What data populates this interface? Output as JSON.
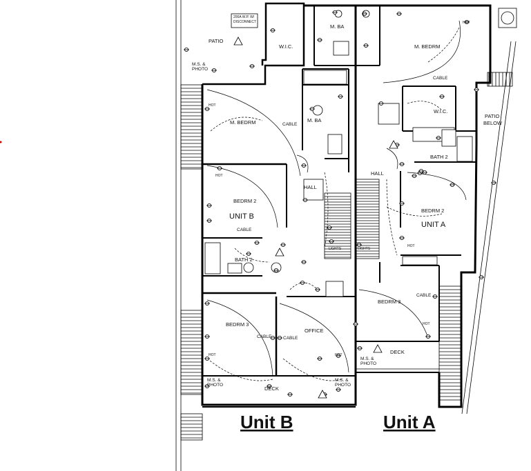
{
  "labels": {
    "patio": "PATIO",
    "disconnect": "200A W.P. W/ DISCONNECT",
    "ms_photo_top": "M.S. & PHOTO",
    "wic_b": "W.I.C.",
    "mba_b_top": "M. BA",
    "mbedrm_a": "M. BEDRM",
    "mbedrm_b": "M. BEDRM",
    "mba_b": "M. BA",
    "cable_b1": "CABLE",
    "cable_a1": "CABLE",
    "wic_a": "W.I.C.",
    "patio_below": "PATIO BELOW",
    "bath2_a": "BATH 2",
    "hall_b": "HALL",
    "hall_a": "HALL",
    "bedrm2_b": "BEDRM 2",
    "unit_b_small": "UNIT B",
    "bedrm2_a": "BEDRM 2",
    "unit_a_small": "UNIT A",
    "cable_b2": "CABLE",
    "bath2_b": "BATH 2",
    "lights_b": "LIGHTS",
    "lights_a": "LIGHTS",
    "bedrm3_a": "BEDRM 3",
    "cable_a3": "CABLE",
    "bedrm3_b": "BEDRM 3",
    "office": "OFFICE",
    "cable_b3": "CABLE",
    "cable_off": "CABLE",
    "deck_a": "DECK",
    "deck_b": "DECK",
    "ms_photo_a": "M.S. & PHOTO",
    "ms_photo_b1": "M.S. & PHOTO",
    "ms_photo_b2": "M.S. & PHOTO",
    "hot": "HOT",
    "unit_b_big": "Unit B",
    "unit_a_big": "Unit A"
  }
}
